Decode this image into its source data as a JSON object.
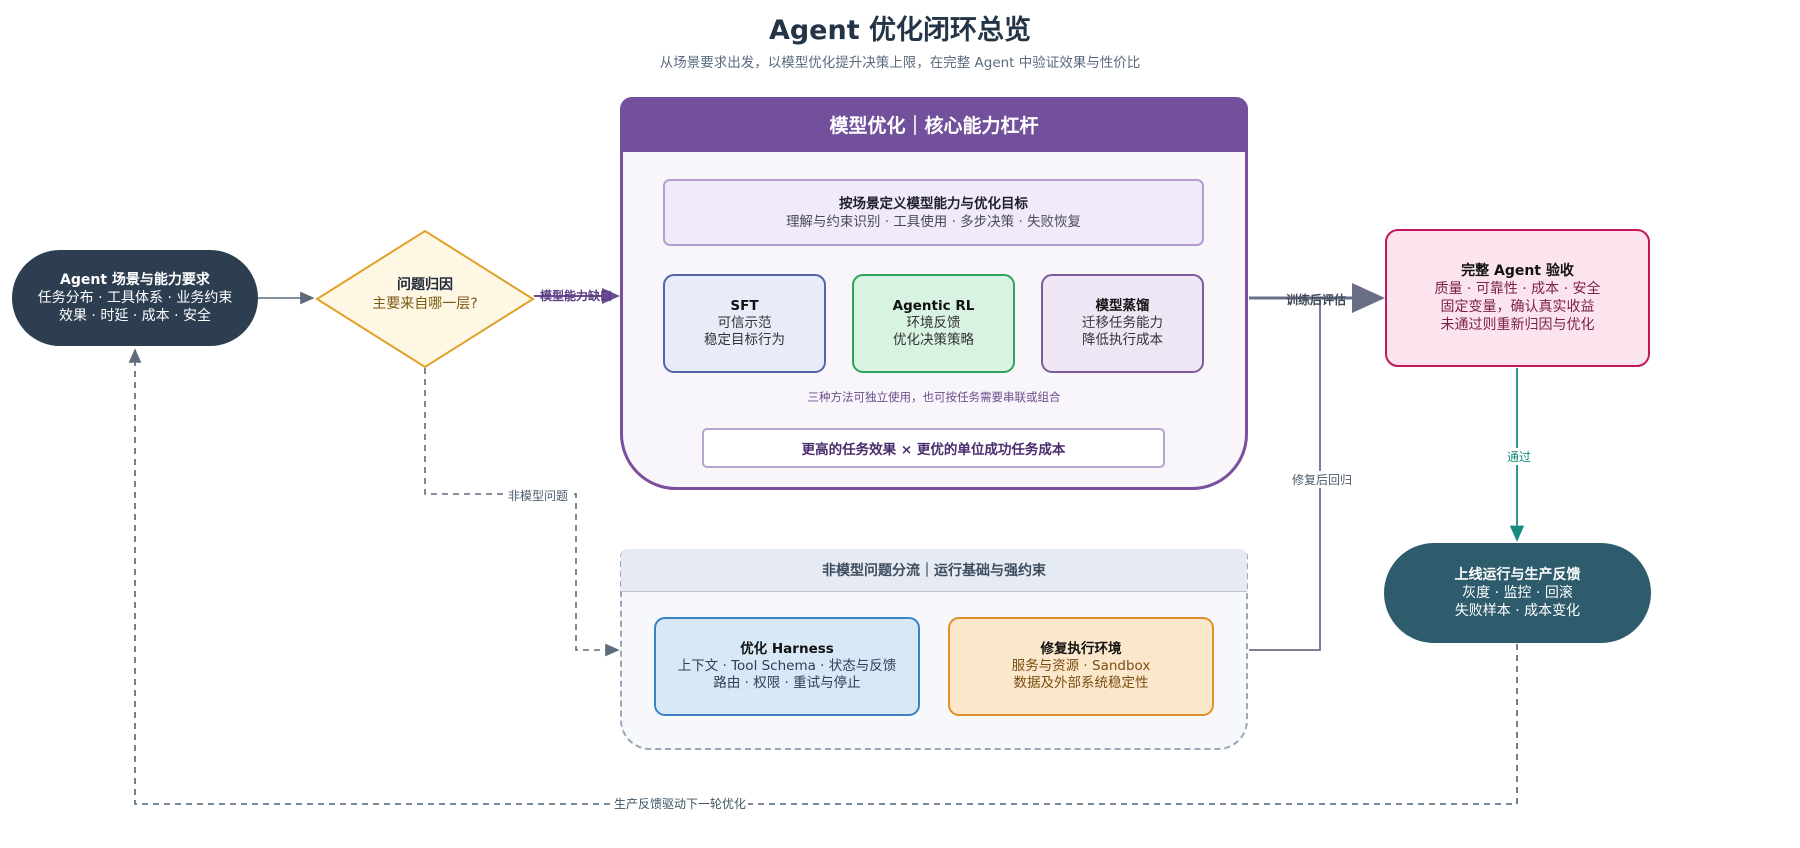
{
  "title": "Agent 优化闭环总览",
  "subtitle": "从场景要求出发，以模型优化提升决策上限，在完整 Agent 中验证效果与性价比",
  "start": {
    "title": "Agent 场景与能力要求",
    "line1": "任务分布 · 工具体系 · 业务约束",
    "line2": "效果 · 时延 · 成本 · 安全"
  },
  "diagnosis": {
    "title": "问题归因",
    "question": "主要来自哪一层?"
  },
  "model_panel": {
    "header": "模型优化｜核心能力杠杆",
    "goal_title": "按场景定义模型能力与优化目标",
    "goal_items": "理解与约束识别 · 工具使用 · 多步决策 · 失败恢复",
    "methods": [
      {
        "title": "SFT",
        "line1": "可信示范",
        "line2": "稳定目标行为"
      },
      {
        "title": "Agentic RL",
        "line1": "环境反馈",
        "line2": "优化决策策略"
      },
      {
        "title": "模型蒸馏",
        "line1": "迁移任务能力",
        "line2": "降低执行成本"
      }
    ],
    "methods_note": "三种方法可独立使用，也可按任务需要串联或组合",
    "result": "更高的任务效果 × 更优的单位成功任务成本"
  },
  "non_model_panel": {
    "header": "非模型问题分流｜运行基础与强约束",
    "fixes": [
      {
        "title": "优化 Harness",
        "line1": "上下文 · Tool Schema · 状态与反馈",
        "line2": "路由 · 权限 · 重试与停止"
      },
      {
        "title": "修复执行环境",
        "line1": "服务与资源 · Sandbox",
        "line2": "数据及外部系统稳定性"
      }
    ]
  },
  "acceptance": {
    "title": "完整 Agent 验收",
    "line1": "质量 · 可靠性 · 成本 · 安全",
    "line2": "固定变量，确认真实收益",
    "line3": "未通过则重新归因与优化"
  },
  "production": {
    "title": "上线运行与生产反馈",
    "line1": "灰度 · 监控 · 回滚",
    "line2": "失败样本 · 成本变化"
  },
  "edge_labels": {
    "capability_gap": "模型能力缺口",
    "post_training_eval": "训练后评估",
    "non_model_issue": "非模型问题",
    "regression_after_fix": "修复后回归",
    "pass": "通过",
    "feedback_loop": "生产反馈驱动下一轮优化"
  },
  "colors": {
    "start_fill": "#2c3e50",
    "model_accent": "#73509c",
    "accept_border": "#c2185b",
    "production_fill": "#2e5c6c",
    "pass_arrow": "#1a8a80"
  }
}
